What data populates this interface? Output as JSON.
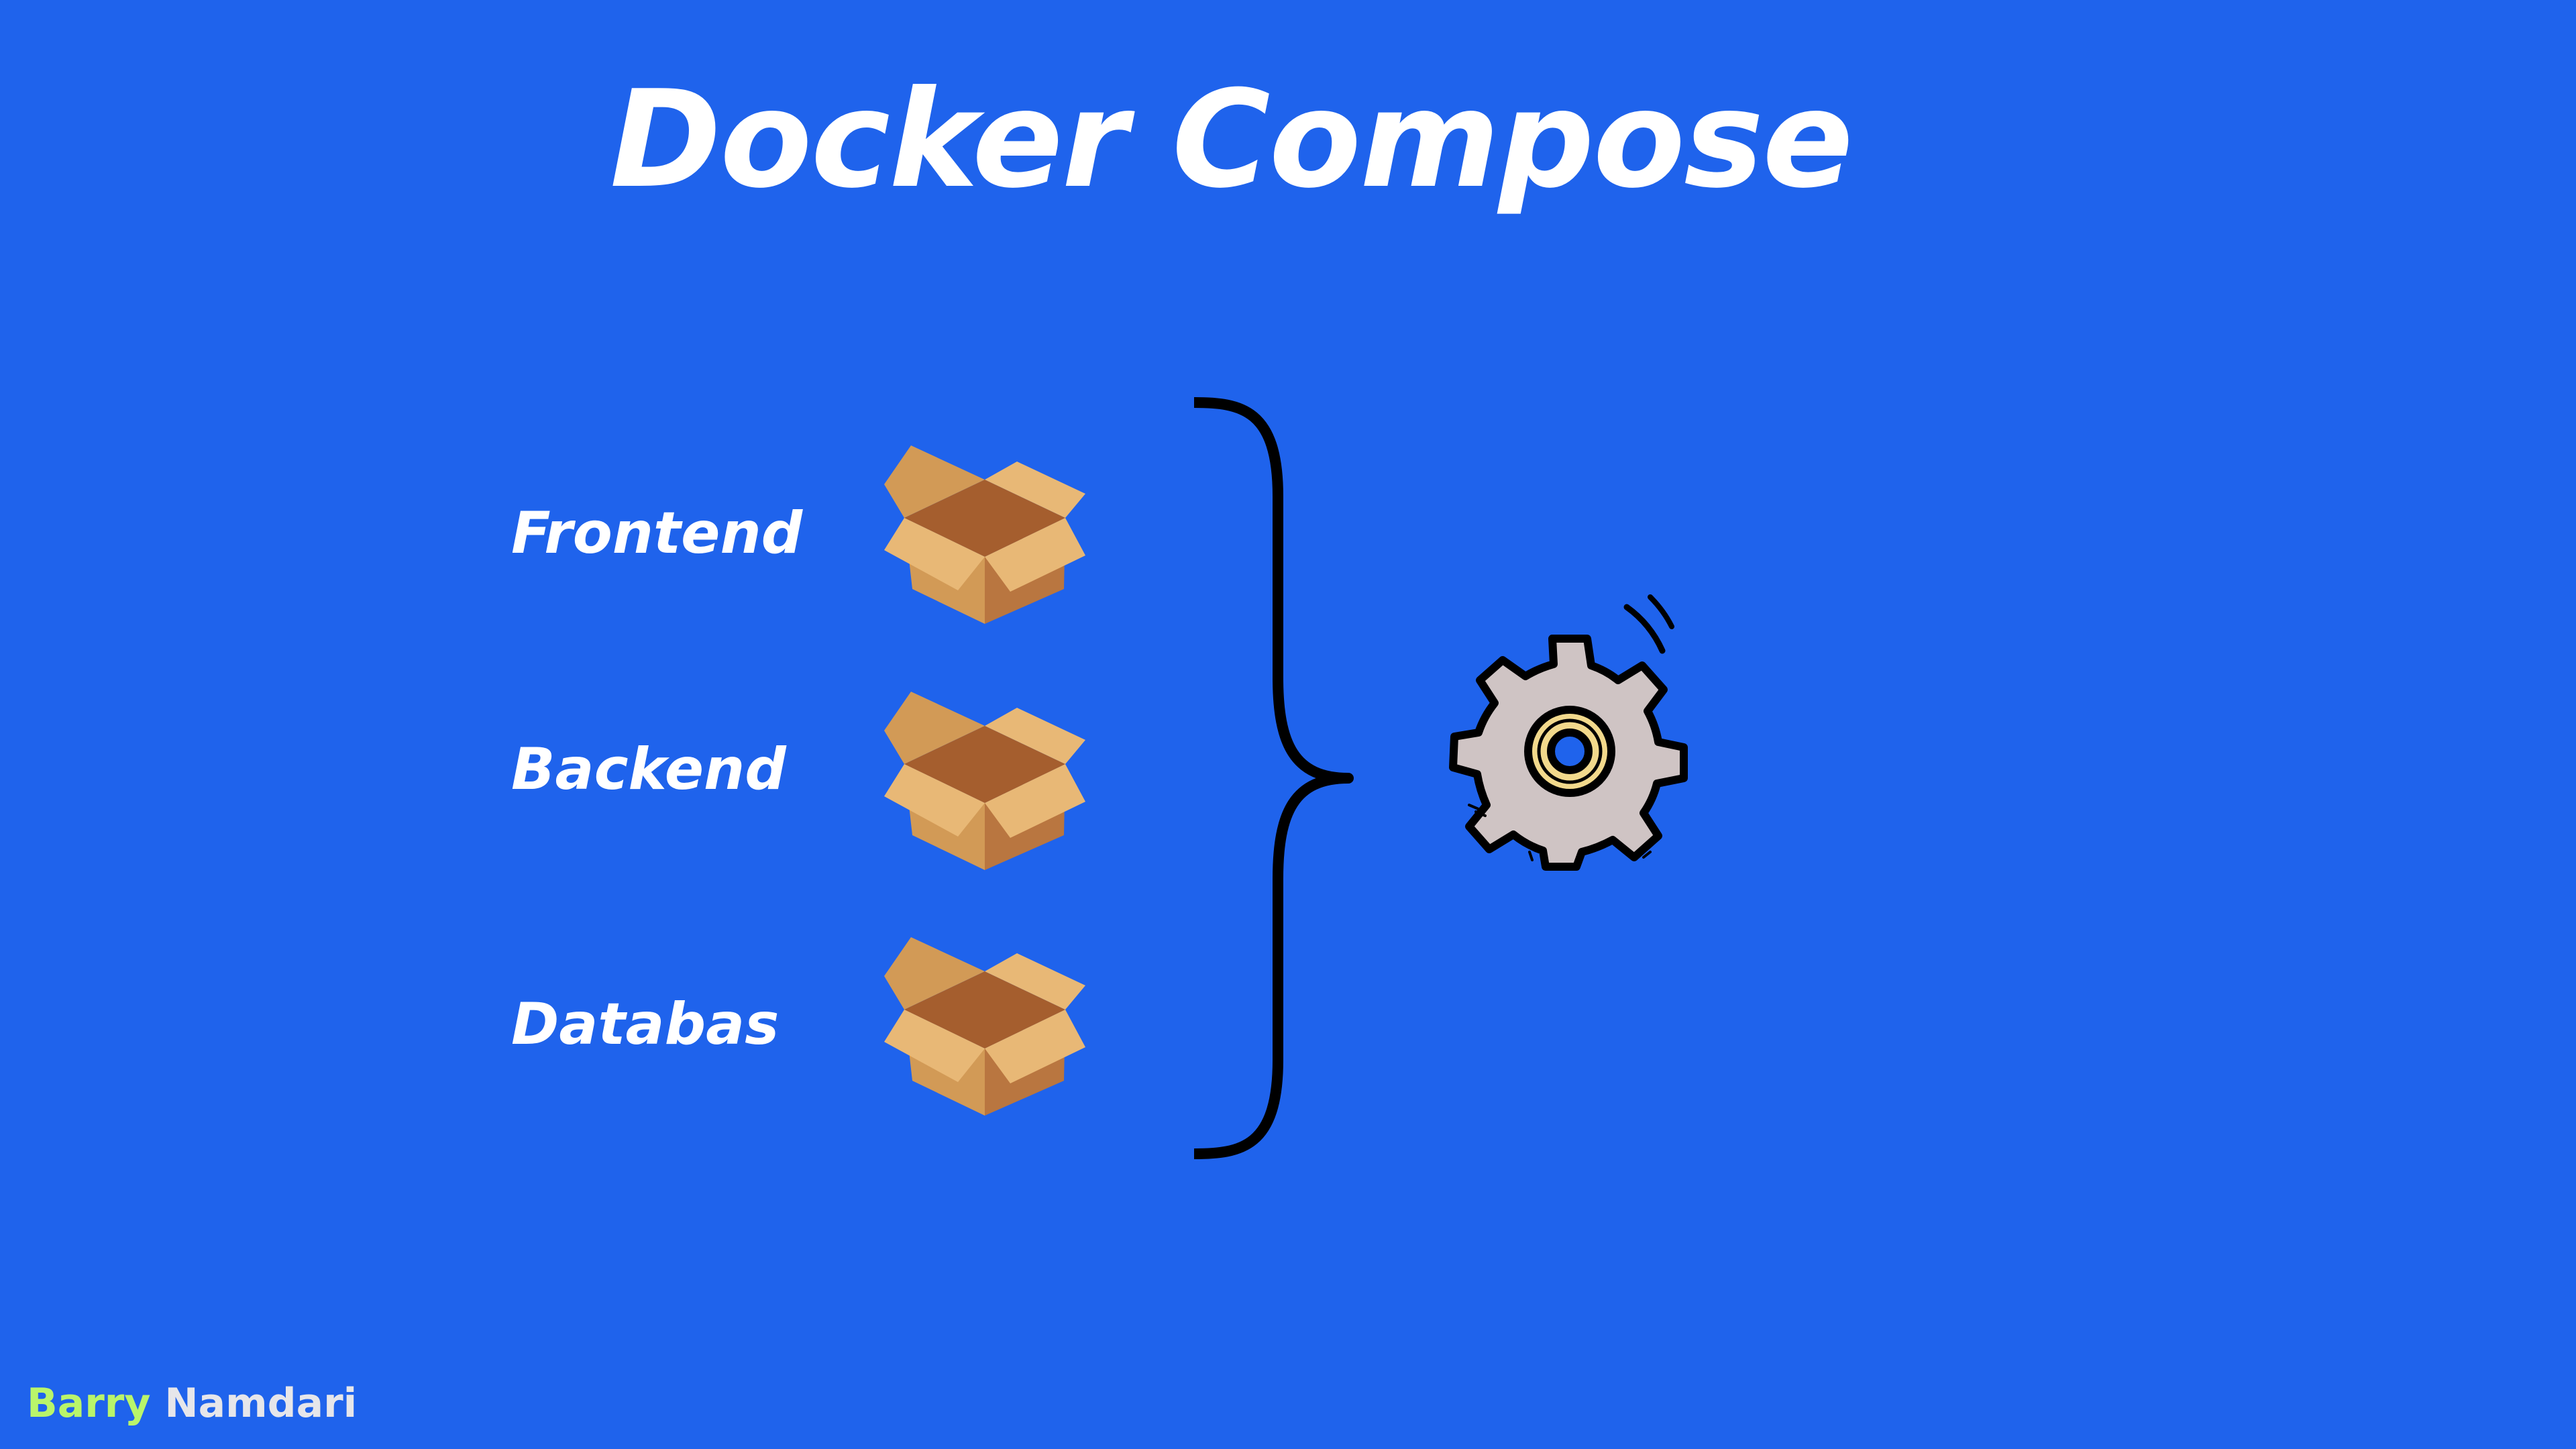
{
  "title": "Docker Compose",
  "services": [
    {
      "label": "Frontend"
    },
    {
      "label": "Backend"
    },
    {
      "label": "Databas"
    }
  ],
  "credit": {
    "first": "Barry",
    "last": "Namdari"
  },
  "colors": {
    "background": "#1f63ec",
    "text": "#ffffff",
    "credit_first": "#b9f56a",
    "credit_last": "#e6e6ea",
    "box_light": "#e8b876",
    "box_mid": "#d29a56",
    "box_dark": "#a55e2e",
    "gear_body": "#cfc4c4",
    "gear_hub": "#f2d98c"
  },
  "icons": {
    "service_icon": "cardboard-box-icon",
    "compose_icon": "gear-icon",
    "grouping": "curly-brace"
  }
}
